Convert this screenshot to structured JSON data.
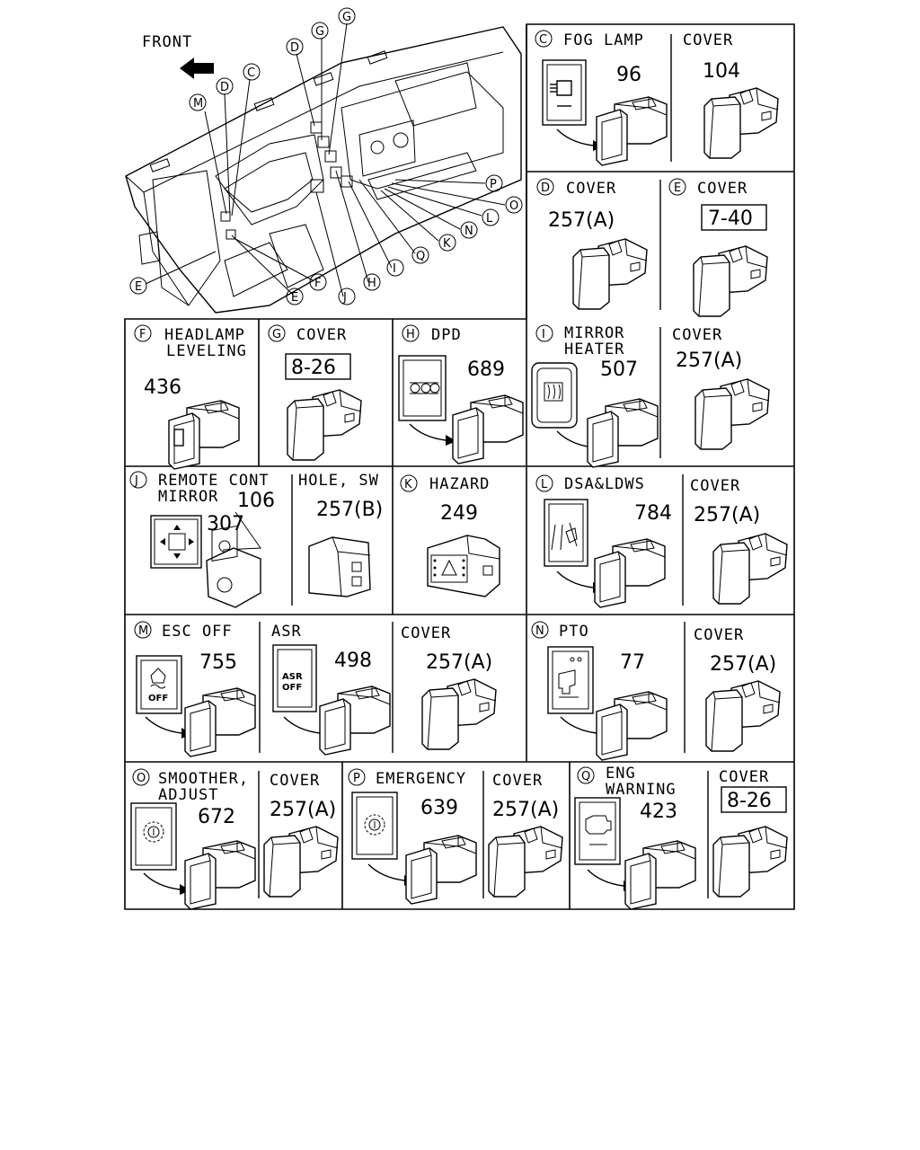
{
  "overview": {
    "front_label": "FRONT",
    "callouts": [
      "M",
      "D",
      "C",
      "D",
      "G",
      "G",
      "P",
      "O",
      "L",
      "N",
      "K",
      "Q",
      "I",
      "H",
      "J",
      "F",
      "E",
      "E"
    ]
  },
  "panels": {
    "C": {
      "letter": "C",
      "title": "FOG LAMP",
      "part": "96",
      "cover_label": "COVER",
      "cover_part": "104"
    },
    "D": {
      "letter": "D",
      "title": "COVER",
      "part": "257(A)"
    },
    "E": {
      "letter": "E",
      "title": "COVER",
      "part": "7-40"
    },
    "F": {
      "letter": "F",
      "title_line1": "HEADLAMP",
      "title_line2": "LEVELING",
      "part": "436"
    },
    "G": {
      "letter": "G",
      "title": "COVER",
      "part": "8-26"
    },
    "H": {
      "letter": "H",
      "title": "DPD",
      "part": "689"
    },
    "I": {
      "letter": "I",
      "title_line1": "MIRROR",
      "title_line2": "HEATER",
      "part": "507",
      "cover_label": "COVER",
      "cover_part": "257(A)"
    },
    "J": {
      "letter": "J",
      "title_line1": "REMOTE CONT",
      "title_line2": "MIRROR",
      "part_a": "106",
      "part_b": "307",
      "hole_label": "HOLE, SW",
      "hole_part": "257(B)"
    },
    "K": {
      "letter": "K",
      "title": "HAZARD",
      "part": "249"
    },
    "L": {
      "letter": "L",
      "title": "DSA&LDWS",
      "part": "784",
      "cover_label": "COVER",
      "cover_part": "257(A)"
    },
    "M": {
      "letter": "M",
      "title": "ESC OFF",
      "part": "755",
      "icon_text": "OFF",
      "asr_label": "ASR",
      "asr_part": "498",
      "asr_icon_l1": "ASR",
      "asr_icon_l2": "OFF",
      "cover_label": "COVER",
      "cover_part": "257(A)"
    },
    "N": {
      "letter": "N",
      "title": "PTO",
      "part": "77",
      "cover_label": "COVER",
      "cover_part": "257(A)"
    },
    "O": {
      "letter": "O",
      "title_line1": "SMOOTHER,",
      "title_line2": "ADJUST",
      "part": "672",
      "cover_label": "COVER",
      "cover_part": "257(A)"
    },
    "P": {
      "letter": "P",
      "title": "EMERGENCY",
      "part": "639",
      "cover_label": "COVER",
      "cover_part": "257(A)"
    },
    "Q": {
      "letter": "Q",
      "title_line1": "ENG",
      "title_line2": "WARNING",
      "part": "423",
      "cover_label": "COVER",
      "cover_part": "8-26"
    }
  }
}
